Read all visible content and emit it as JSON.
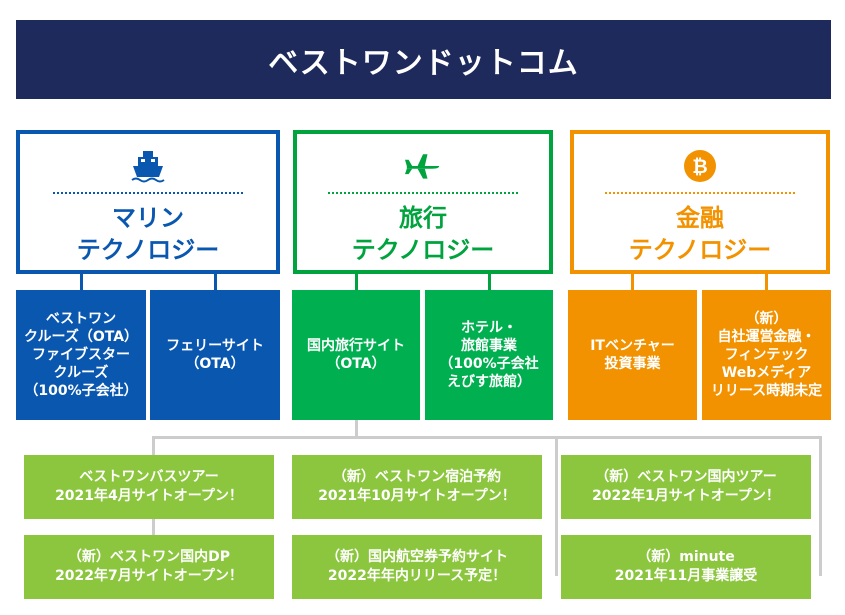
{
  "title": "ベストワンドットコム",
  "colors": {
    "navy": "#1f2a5c",
    "blue": "#0a57b0",
    "green": "#00a33e",
    "green_box": "#00b050",
    "orange": "#f39200",
    "news_green": "#8cc63f",
    "connector_gray": "#cccccc"
  },
  "segments": [
    {
      "id": "marine",
      "name": "マリン\nテクノロジー",
      "icon": "ship-icon",
      "color": "#0a57b0",
      "businesses": [
        "ベストワン\nクルーズ（OTA）\nファイブスター\nクルーズ\n（100%子会社）",
        "フェリーサイト\n（OTA）"
      ]
    },
    {
      "id": "travel",
      "name": "旅行\nテクノロジー",
      "icon": "airplane-icon",
      "color": "#00a33e",
      "businesses": [
        "国内旅行サイト\n（OTA）",
        "ホテル・\n旅館事業\n（100%子会社\nえびす旅館）"
      ]
    },
    {
      "id": "finance",
      "name": "金融\nテクノロジー",
      "icon": "bitcoin-icon",
      "color": "#f39200",
      "businesses": [
        "ITベンチャー\n投資事業",
        "（新）\n自社運営金融・\nフィンテック\nWebメディア\nリリース時期未定"
      ]
    }
  ],
  "news": [
    "ベストワンバスツアー\n2021年4月サイトオープン！",
    "（新）ベストワン宿泊予約\n2021年10月サイトオープン！",
    "（新）ベストワン国内ツアー\n2022年1月サイトオープン！",
    "（新）ベストワン国内DP\n2022年7月サイトオープン！",
    "（新）国内航空券予約サイト\n2022年年内リリース予定！",
    "（新）minute\n2021年11月事業譲受"
  ]
}
